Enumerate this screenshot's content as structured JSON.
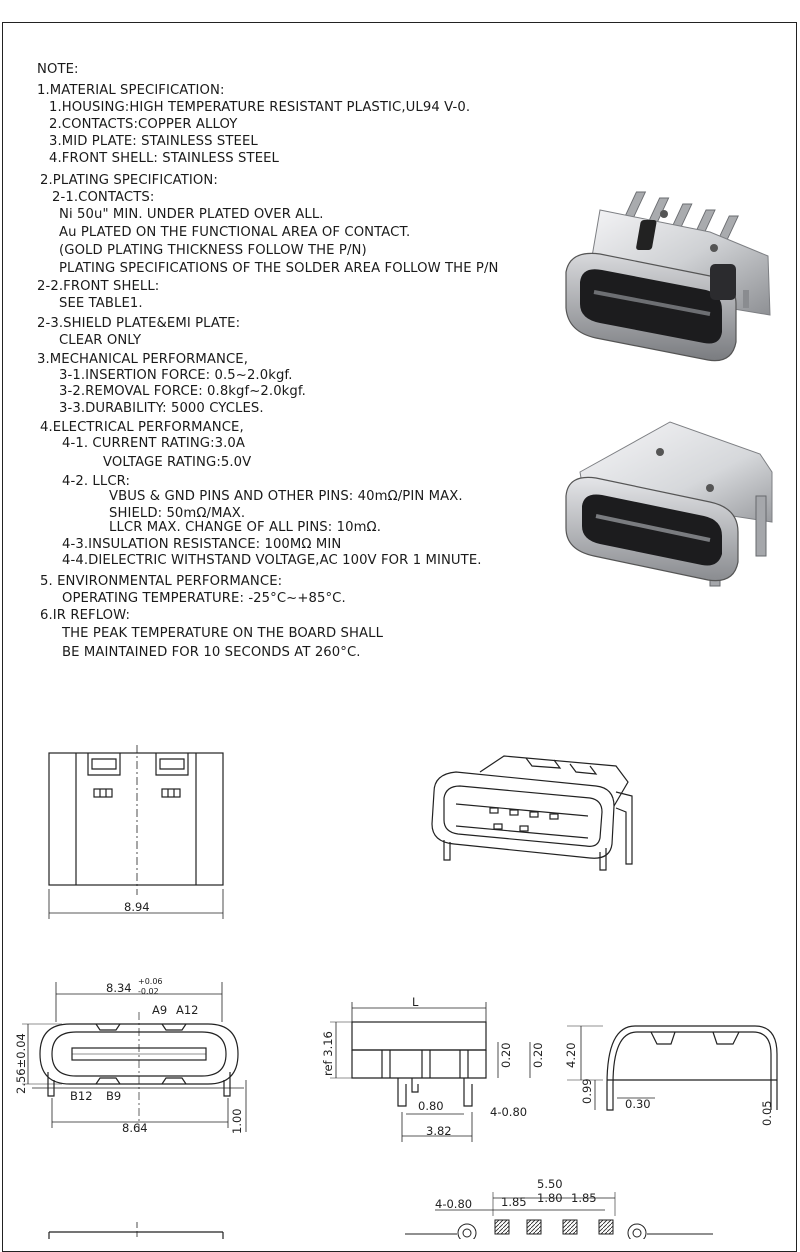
{
  "notes": {
    "heading": "NOTE:",
    "s1": {
      "title": "1.MATERIAL SPECIFICATION:",
      "items": [
        "1.HOUSING:HIGH TEMPERATURE RESISTANT PLASTIC,UL94 V-0.",
        "2.CONTACTS:COPPER ALLOY",
        "3.MID PLATE: STAINLESS STEEL",
        "4.FRONT SHELL: STAINLESS STEEL"
      ]
    },
    "s2": {
      "title": "2.PLATING SPECIFICATION:",
      "sub1_title": "2-1.CONTACTS:",
      "sub1_lines": [
        "Ni 50u\" MIN. UNDER PLATED OVER ALL.",
        "Au PLATED ON THE FUNCTIONAL AREA OF CONTACT.",
        "(GOLD PLATING THICKNESS FOLLOW THE P/N)",
        "PLATING SPECIFICATIONS OF THE SOLDER AREA FOLLOW THE P/N"
      ],
      "sub2_title": "2-2.FRONT SHELL:",
      "sub2_line": "SEE TABLE1.",
      "sub3_title": "2-3.SHIELD PLATE&EMI PLATE:",
      "sub3_line": "CLEAR ONLY"
    },
    "s3": {
      "title": "3.MECHANICAL PERFORMANCE,",
      "items": [
        "3-1.INSERTION FORCE: 0.5~2.0kgf.",
        "3-2.REMOVAL FORCE: 0.8kgf~2.0kgf.",
        "3-3.DURABILITY: 5000 CYCLES."
      ]
    },
    "s4": {
      "title": "4.ELECTRICAL PERFORMANCE,",
      "current": "4-1. CURRENT RATING:3.0A",
      "voltage": "VOLTAGE RATING:5.0V",
      "llcr_title": "4-2. LLCR:",
      "llcr_lines": [
        "VBUS & GND PINS AND OTHER PINS: 40mΩ/PIN MAX.",
        "SHIELD: 50mΩ/MAX.",
        "LLCR MAX. CHANGE OF ALL PINS: 10mΩ."
      ],
      "insulation": "4-3.INSULATION RESISTANCE: 100MΩ MIN",
      "dielectric": "4-4.DIELECTRIC WITHSTAND VOLTAGE,AC 100V FOR 1 MINUTE."
    },
    "s5": {
      "title": "5. ENVIRONMENTAL PERFORMANCE:",
      "line": "OPERATING TEMPERATURE: -25°C~+85°C."
    },
    "s6": {
      "title": "6.IR REFLOW:",
      "lines": [
        "THE PEAK TEMPERATURE ON THE BOARD SHALL",
        "BE MAINTAINED FOR 10 SECONDS AT 260°C."
      ]
    }
  },
  "drawings": {
    "top_view_width": "8.94",
    "front_width_base": "8.34",
    "front_width_tol_plus": "+0.06",
    "front_width_tol_minus": "-0.02",
    "front_height": "2.56±0.04",
    "pin_a9": "A9",
    "pin_a12": "A12",
    "pin_b12": "B12",
    "pin_b9": "B9",
    "front_total_width": "8.64",
    "front_pin_height": "1.00",
    "side_length": "L",
    "side_ref_height": "ref 3.16",
    "side_dim_020a": "0.20",
    "side_dim_020b": "0.20",
    "side_dim_080": "0.80",
    "side_dim_4x080": "4-0.80",
    "side_dim_382": "3.82",
    "end_height": "4.20",
    "end_dim_099": "0.99",
    "end_dim_030": "0.30",
    "end_dim_005": "0.05",
    "pcb_total": "5.50",
    "pcb_4x080": "4-0.80",
    "pcb_185a": "1.85",
    "pcb_180": "1.80",
    "pcb_185b": "1.85"
  },
  "colors": {
    "line": "#222222",
    "metal_light": "#e8e8ea",
    "metal_mid": "#b9bbbf",
    "metal_dark": "#6e7074",
    "cavity": "#1c1c1e"
  }
}
